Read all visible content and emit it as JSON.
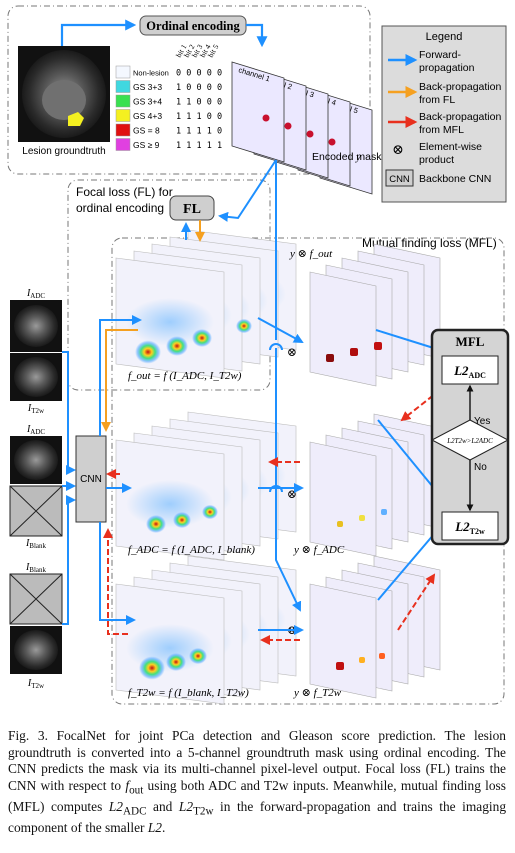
{
  "colors": {
    "forward": "#1e90ff",
    "backprop_fl": "#f5a020",
    "backprop_mfl": "#e8301e",
    "panel_bg": "#dcdcdc",
    "mfl_box_bg": "#d4d4d4",
    "grade_non_lesion": "#f4f8ff",
    "grade_gs33": "#40d8e0",
    "grade_gs34": "#39e050",
    "grade_gs43": "#f4f020",
    "grade_gs8": "#e01010",
    "grade_gs9": "#e040e0"
  },
  "ordinal": {
    "title": "Ordinal encoding",
    "bit_headers": [
      "bit 1",
      "bit 2",
      "bit 3",
      "bit 4",
      "bit 5"
    ],
    "rows": [
      {
        "label": "Non-lesion",
        "code": "0 0 0 0 0"
      },
      {
        "label": "GS 3+3",
        "code": "1 0 0 0 0"
      },
      {
        "label": "GS 3+4",
        "code": "1 1 0 0 0"
      },
      {
        "label": "GS 4+3",
        "code": "1 1 1 0 0"
      },
      {
        "label": "GS = 8",
        "code": "1 1 1 1 0"
      },
      {
        "label": "GS ≥ 9",
        "code": "1 1 1 1 1"
      }
    ],
    "groundtruth_label": "Lesion groundtruth",
    "channels": [
      "channel 1",
      "channel 2",
      "channel 3",
      "channel 4",
      "channel 5"
    ],
    "encoded_label": "Encoded mask",
    "encoded_var": "y"
  },
  "legend": {
    "title": "Legend",
    "items": [
      {
        "icon": "blue-arrow-icon",
        "line1": "Forward-",
        "line2": "propagation"
      },
      {
        "icon": "orange-arrow-icon",
        "line1": "Back-propagation",
        "line2": "from FL"
      },
      {
        "icon": "red-arrow-icon",
        "line1": "Back-propagation",
        "line2": "from MFL"
      },
      {
        "icon": "otimes-icon",
        "line1": "Element-wise",
        "line2": "product"
      },
      {
        "icon": "cnn-box-icon",
        "line1": "Backbone CNN",
        "line2": ""
      }
    ],
    "cnn_abbr": "CNN"
  },
  "fl": {
    "region_label_1": "Focal loss (FL) for",
    "region_label_2": "ordinal encoding",
    "box": "FL"
  },
  "mfl": {
    "region_label": "Mutual finding loss (MFL)",
    "box_title": "MFL",
    "l2adc": "L2",
    "l2adc_sub": "ADC",
    "l2t2w": "L2",
    "l2t2w_sub": "T2w",
    "cond": "L2T2w>L2ADC",
    "yes": "Yes",
    "no": "No"
  },
  "inputs": {
    "adc": "I",
    "adc_sub": "ADC",
    "t2w": "I",
    "t2w_sub": "T2w",
    "blank": "I",
    "blank_sub": "Blank"
  },
  "cnn_label": "CNN",
  "otimes": "⊗",
  "outputs": {
    "fout": "f_out = f (I_ADC, I_T2w)",
    "fadc": "f_ADC = f (I_ADC, I_blank)",
    "ft2w": "f_T2w = f (I_blank, I_T2w)",
    "y_fout": "y ⊗ f_out",
    "y_fadc": "y ⊗ f_ADC",
    "y_ft2w": "y ⊗ f_T2w"
  },
  "caption": {
    "p1": "Fig. 3.  FocalNet for joint PCa detection and Gleason score prediction. The lesion groundtruth is converted into a 5-channel groundtruth mask using ordinal encoding. The CNN predicts the mask via its multi-channel pixel-level output. Focal loss (FL) trains the CNN with respect to ",
    "f1": "f",
    "f1_sub": "out",
    "p2": " using both ADC and T2w inputs. Meanwhile, mutual finding loss (MFL) computes ",
    "l2a": "L2",
    "l2a_sub": "ADC",
    "p3": " and ",
    "l2t": "L2",
    "l2t_sub": "T2w",
    "p4": " in the forward-propagation and trains the imaging component of the smaller ",
    "l2": "L2",
    "p5": "."
  }
}
